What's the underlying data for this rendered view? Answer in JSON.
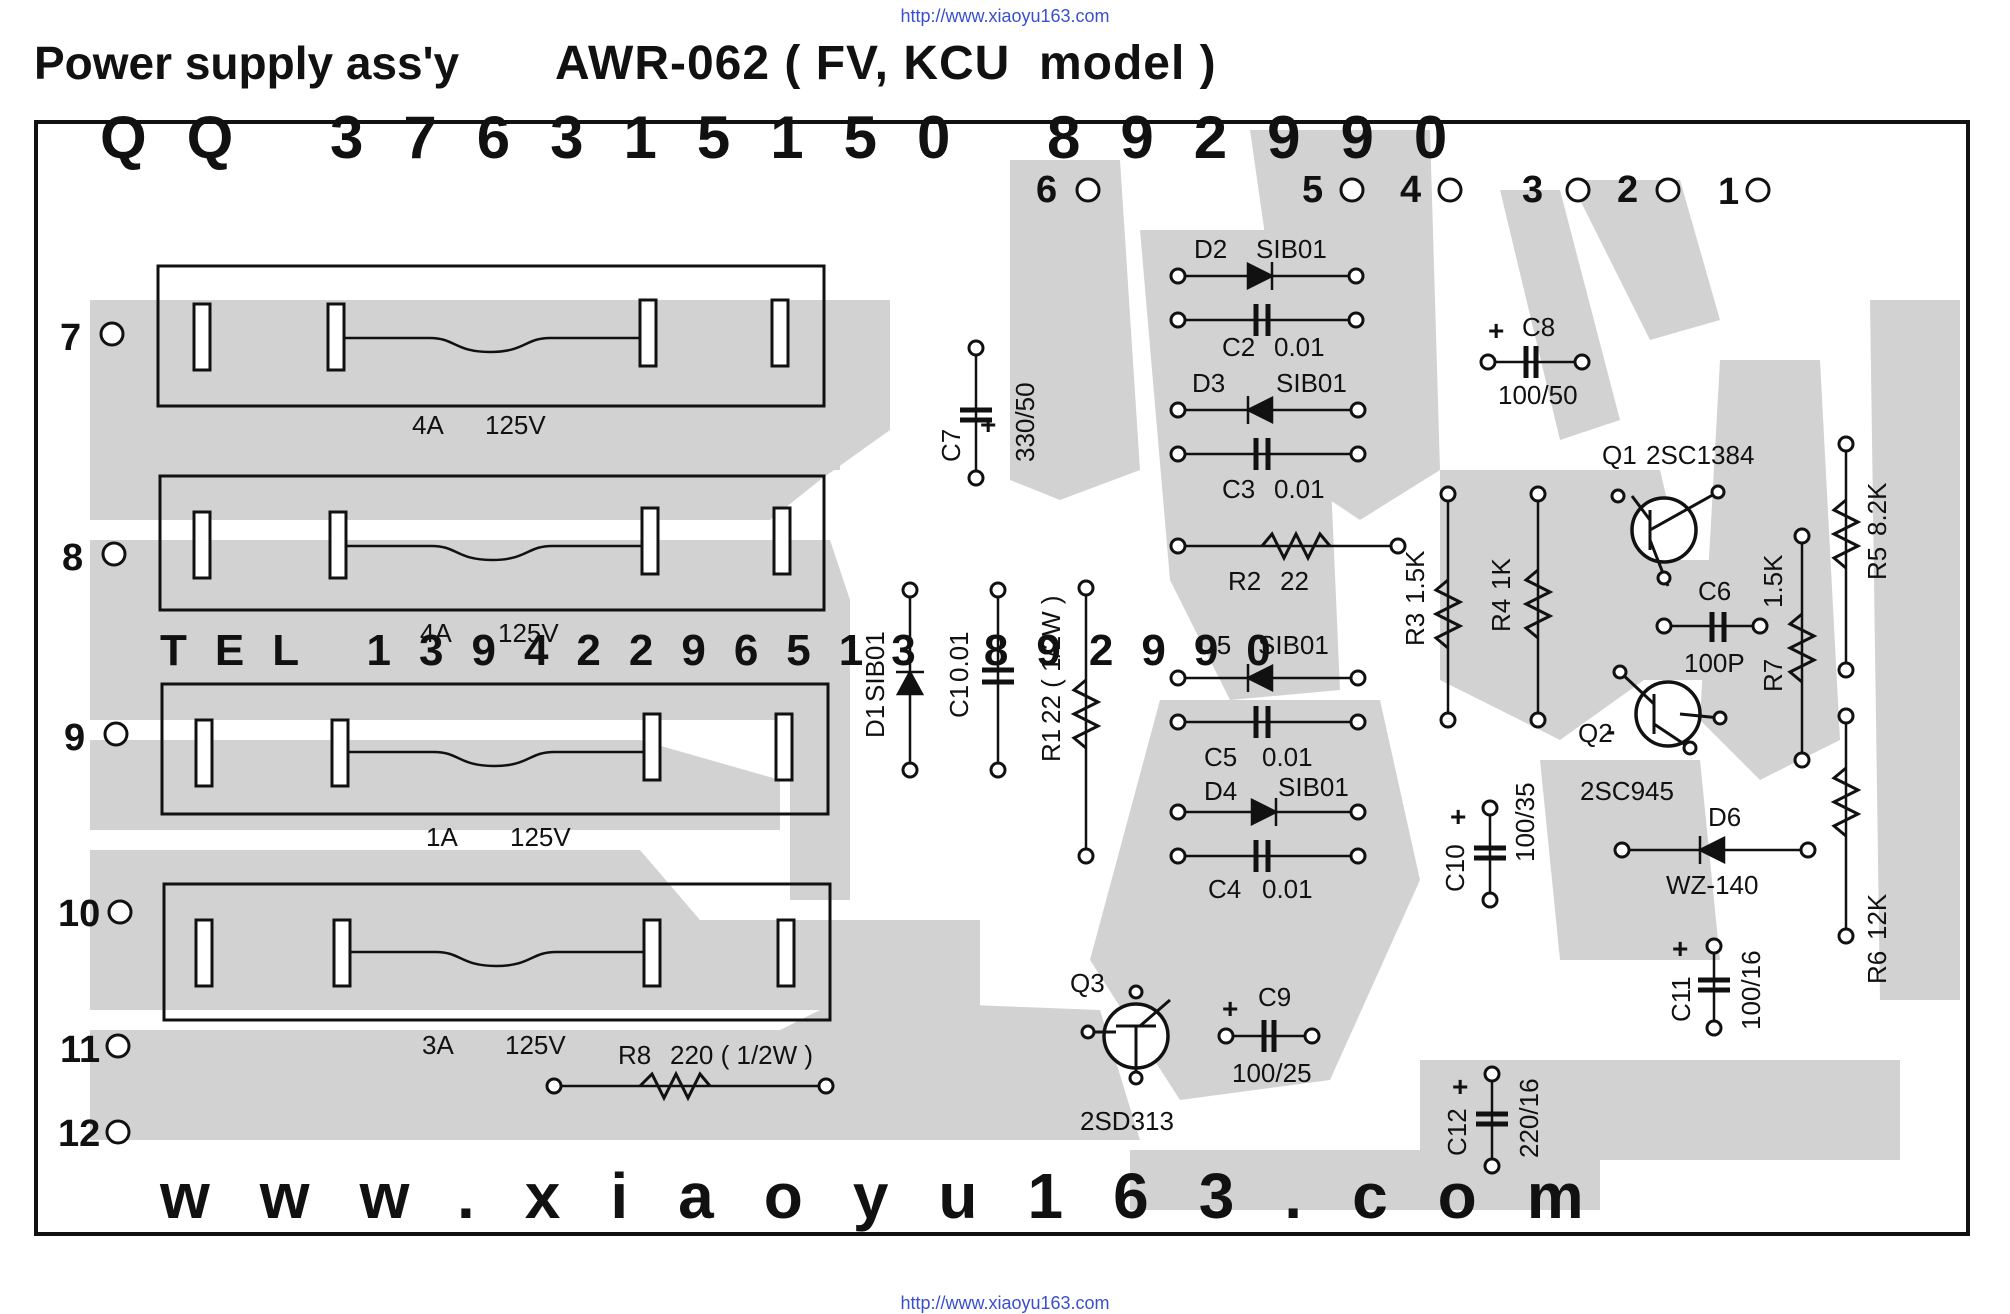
{
  "header": {
    "url_top": "http://www.xiaoyu163.com",
    "url_bottom": "http://www.xiaoyu163.com",
    "title": "Power supply ass'y",
    "model": "AWR-062 ( FV, KCU  model )"
  },
  "watermarks": {
    "qq": "QQ 376315150  892990",
    "tel": "TEL 13942296513  892990",
    "www": "www.xiaoyu163.com"
  },
  "terminals": [
    {
      "id": "t1",
      "label": "1"
    },
    {
      "id": "t2",
      "label": "2"
    },
    {
      "id": "t3",
      "label": "3"
    },
    {
      "id": "t4",
      "label": "4"
    },
    {
      "id": "t5",
      "label": "5"
    },
    {
      "id": "t6",
      "label": "6"
    },
    {
      "id": "t7",
      "label": "7"
    },
    {
      "id": "t8",
      "label": "8"
    },
    {
      "id": "t9",
      "label": "9"
    },
    {
      "id": "t10",
      "label": "10"
    },
    {
      "id": "t11",
      "label": "11"
    },
    {
      "id": "t12",
      "label": "12"
    }
  ],
  "fuses": [
    {
      "id": "f1",
      "amp": "4A",
      "volt": "125V"
    },
    {
      "id": "f2",
      "amp": "4A",
      "volt": "125V"
    },
    {
      "id": "f3",
      "amp": "1A",
      "volt": "125V"
    },
    {
      "id": "f4",
      "amp": "3A",
      "volt": "125V"
    }
  ],
  "components": {
    "d1": {
      "ref": "D1",
      "value": "SIB01"
    },
    "c1": {
      "ref": "C1",
      "value": "0.01"
    },
    "r1": {
      "ref": "R1",
      "value": "22 ( 1/2W )"
    },
    "c7": {
      "ref": "C7",
      "value": "330/50"
    },
    "d2": {
      "ref": "D2",
      "value": "SIB01"
    },
    "c2": {
      "ref": "C2",
      "value": "0.01"
    },
    "d3": {
      "ref": "D3",
      "value": "SIB01"
    },
    "c3": {
      "ref": "C3",
      "value": "0.01"
    },
    "r2": {
      "ref": "R2",
      "value": "22"
    },
    "d5": {
      "ref": "D5",
      "value": "SIB01"
    },
    "c5": {
      "ref": "C5",
      "value": "0.01"
    },
    "d4": {
      "ref": "D4",
      "value": "SIB01"
    },
    "c4": {
      "ref": "C4",
      "value": "0.01"
    },
    "c8": {
      "ref": "C8",
      "value": "100/50"
    },
    "r3": {
      "ref": "R3",
      "value": "1.5K"
    },
    "r4": {
      "ref": "R4",
      "value": "1K"
    },
    "q1": {
      "ref": "Q1",
      "value": "2SC1384"
    },
    "c6": {
      "ref": "C6",
      "value": "100P"
    },
    "r7": {
      "ref": "R7",
      "value": "1.5K"
    },
    "r5": {
      "ref": "R5",
      "value": "8.2K"
    },
    "q2": {
      "ref": "Q2",
      "value": "2SC945"
    },
    "d6": {
      "ref": "D6",
      "value": "WZ-140"
    },
    "r6": {
      "ref": "R6",
      "value": "12K"
    },
    "c10": {
      "ref": "C10",
      "value": "100/35"
    },
    "c11": {
      "ref": "C11",
      "value": "100/16"
    },
    "q3": {
      "ref": "Q3",
      "value": "2SD313"
    },
    "c9": {
      "ref": "C9",
      "value": "100/25"
    },
    "c12": {
      "ref": "C12",
      "value": "220/16"
    },
    "r8": {
      "ref": "R8",
      "value": "220 ( 1/2W )"
    }
  },
  "polarity_plus": "+",
  "polarity_minus": "-"
}
